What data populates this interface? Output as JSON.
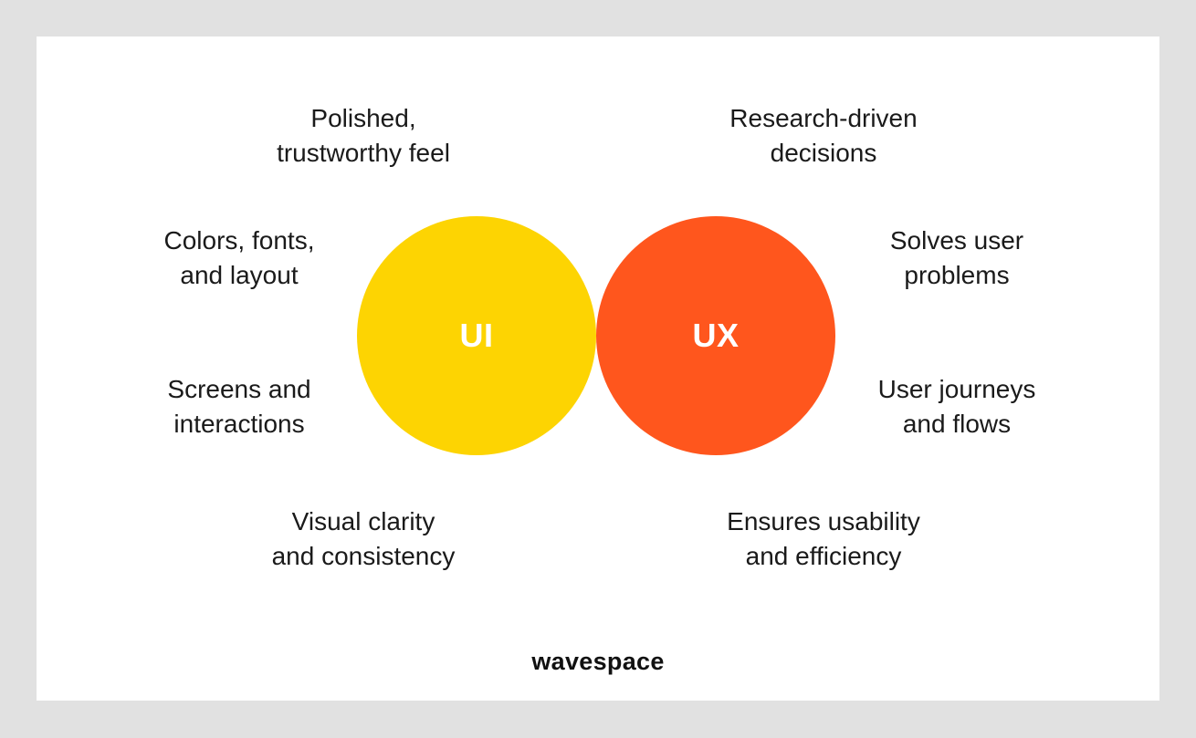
{
  "diagram": {
    "circles": {
      "ui": {
        "label": "UI",
        "color": "#FDD402"
      },
      "ux": {
        "label": "UX",
        "color": "#FF561D"
      }
    },
    "ui_traits": [
      "Polished,\ntrustworthy feel",
      "Colors, fonts,\nand layout",
      "Screens and\ninteractions",
      "Visual clarity\nand consistency"
    ],
    "ux_traits": [
      "Research-driven\ndecisions",
      "Solves user\nproblems",
      "User journeys\nand flows",
      "Ensures usability\nand efficiency"
    ]
  },
  "brand": {
    "logo_text": "wavespace"
  }
}
